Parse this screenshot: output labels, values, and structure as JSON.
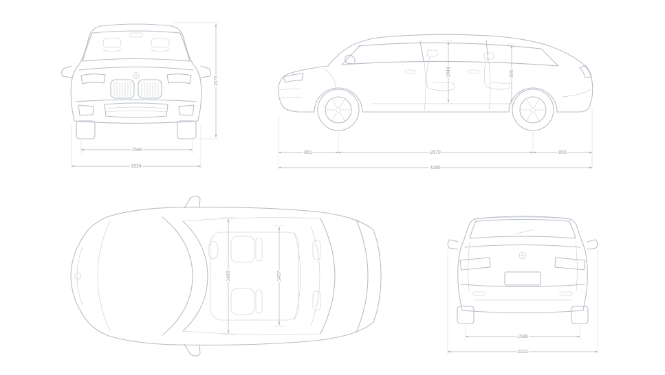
{
  "colors": {
    "line": "#b7bdc6",
    "dimension_line": "#aab1bb",
    "dimension_text": "#98a0aa",
    "background": "#ffffff"
  },
  "views": {
    "front": {
      "track_width_mm": "1586",
      "overall_width_mm": "1824",
      "height_mm": "1576"
    },
    "side": {
      "front_headroom_mm": "1044",
      "rear_headroom_mm": "996",
      "front_overhang_mm": "861",
      "wheelbase_mm": "2670",
      "rear_overhang_mm": "855",
      "overall_length_mm": "4386"
    },
    "top": {
      "front_interior_width_mm": "1460",
      "rear_interior_width_mm": "1457"
    },
    "rear": {
      "track_width_mm": "1588",
      "overall_width_incl_mirrors_mm": "2102"
    }
  }
}
